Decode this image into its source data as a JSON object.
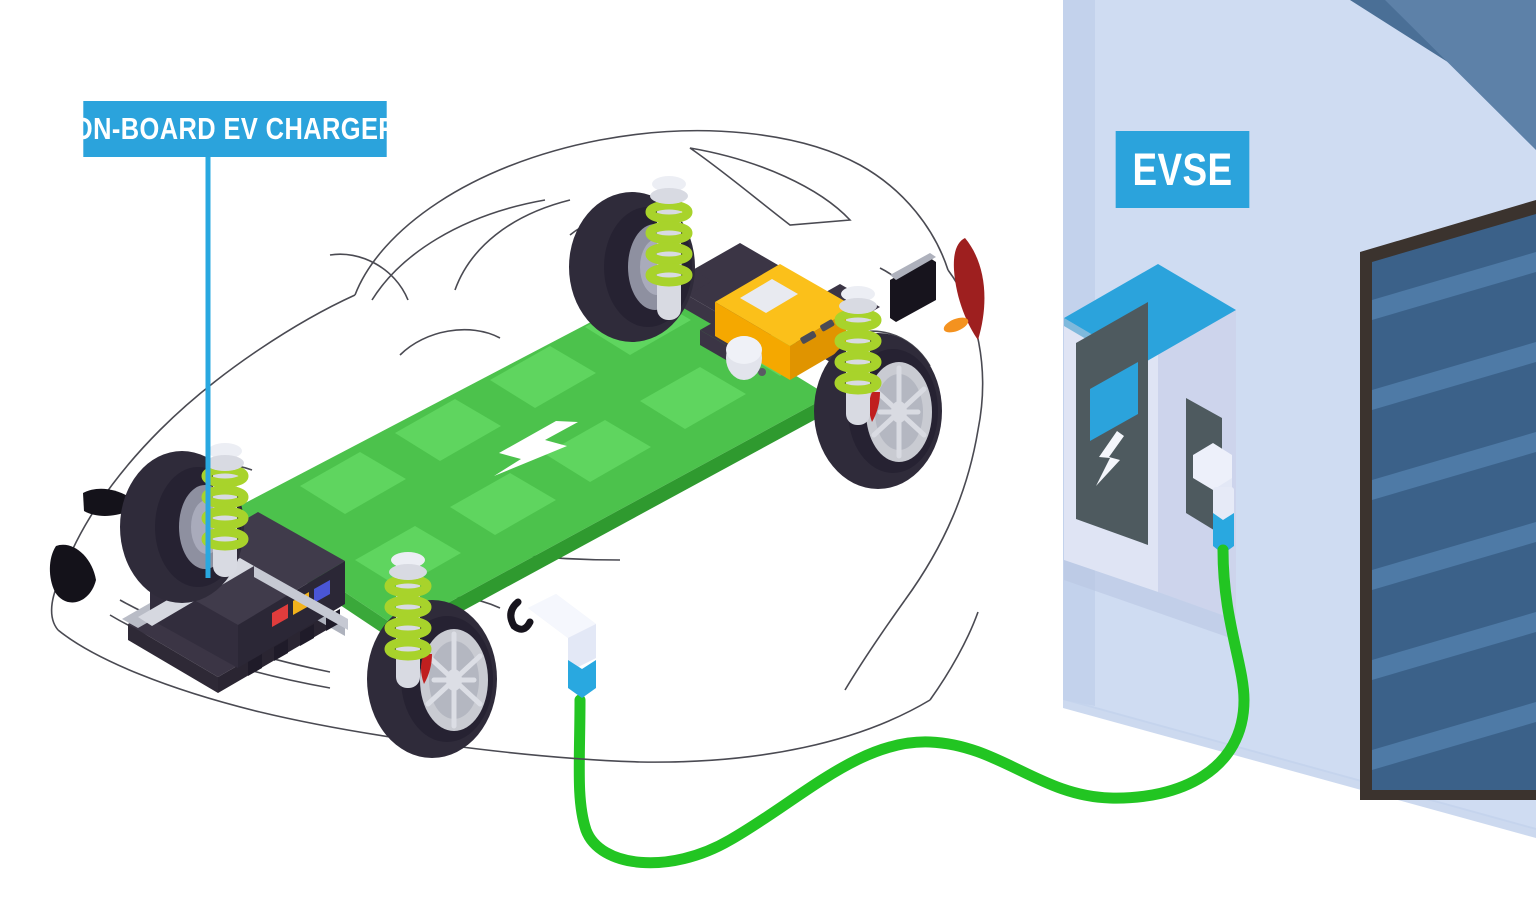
{
  "scene": {
    "title": "On-board EV charger and EVSE charging station isometric diagram",
    "background_color": "#ffffff"
  },
  "labels": {
    "on_board_charger": {
      "text": "ON-BOARD EV CHARGER",
      "background_color": "#2ba3dc",
      "text_color": "#ffffff",
      "pointer_color": "#29a8e0"
    },
    "evse": {
      "text": "EVSE",
      "background_color": "#2ba3dc",
      "text_color": "#ffffff"
    }
  },
  "palette": {
    "brand_blue": "#2ba3dc",
    "cable_green": "#22c522",
    "battery_green": "#4cc24c",
    "battery_cell_green": "#5fd55f",
    "battery_edge_green": "#3aa83a",
    "chassis_dark": "#3b3545",
    "charger_box": "#403b4b",
    "inverter_yellow": "#f5b400",
    "wall_lavender": "#cfdcf2",
    "wall_shadow": "#bdcbe8",
    "garage_door_blue": "#3b6189",
    "garage_slat_blue": "#4e7aa6",
    "garage_frame": "#3b332e",
    "rim_silver": "#c9cbd2",
    "tire_dark": "#2f2b3a",
    "taillight_red": "#9e1f1f",
    "marker_orange": "#f4921f",
    "screen_gray": "#4e5a5f",
    "connector_white": "#e8ecf8",
    "connector_blue": "#29a8e0",
    "car_outline": "#4a4a52",
    "spring_green": "#a8d32b",
    "shock_gray": "#d8dae2"
  },
  "components": [
    {
      "name": "car-body-wireframe",
      "description": "Transparent white car body outline, isometric three-quarter view"
    },
    {
      "name": "battery-pack",
      "description": "Green skateboard battery pack with 9 lighter cell modules and a white lightning bolt icon",
      "cell_count": 9,
      "icon": "lightning-bolt-icon"
    },
    {
      "name": "on-board-charger",
      "description": "Dark charcoal box at the front of the chassis with red, yellow and blue connector indicators",
      "indicator_colors": [
        "#e03c3c",
        "#f2b21c",
        "#4a56d6"
      ]
    },
    {
      "name": "inverter",
      "description": "Yellow inverter / motor controller unit mounted on the rear subframe"
    },
    {
      "name": "suspension-springs",
      "description": "Four yellow-green coil-over shock absorbers",
      "count": 4
    },
    {
      "name": "wheels",
      "description": "Four dark tires with silver multi-spoke rims and red brake calipers",
      "count": 4
    },
    {
      "name": "charge-port-plug",
      "description": "White connector with blue tip plugged into the car's side charge port"
    },
    {
      "name": "charging-cable",
      "description": "Bright green S-curved cable running from the car to the EVSE unit"
    },
    {
      "name": "evse-unit",
      "description": "Wall-mounted charging station with blue top, dark display panel, blue display bar and white lightning bolt"
    },
    {
      "name": "garage-door",
      "description": "Steel-blue sectional garage door with horizontal slats and dark frame"
    },
    {
      "name": "building-wall",
      "description": "Light lavender wall with steel-blue roof facade"
    }
  ]
}
